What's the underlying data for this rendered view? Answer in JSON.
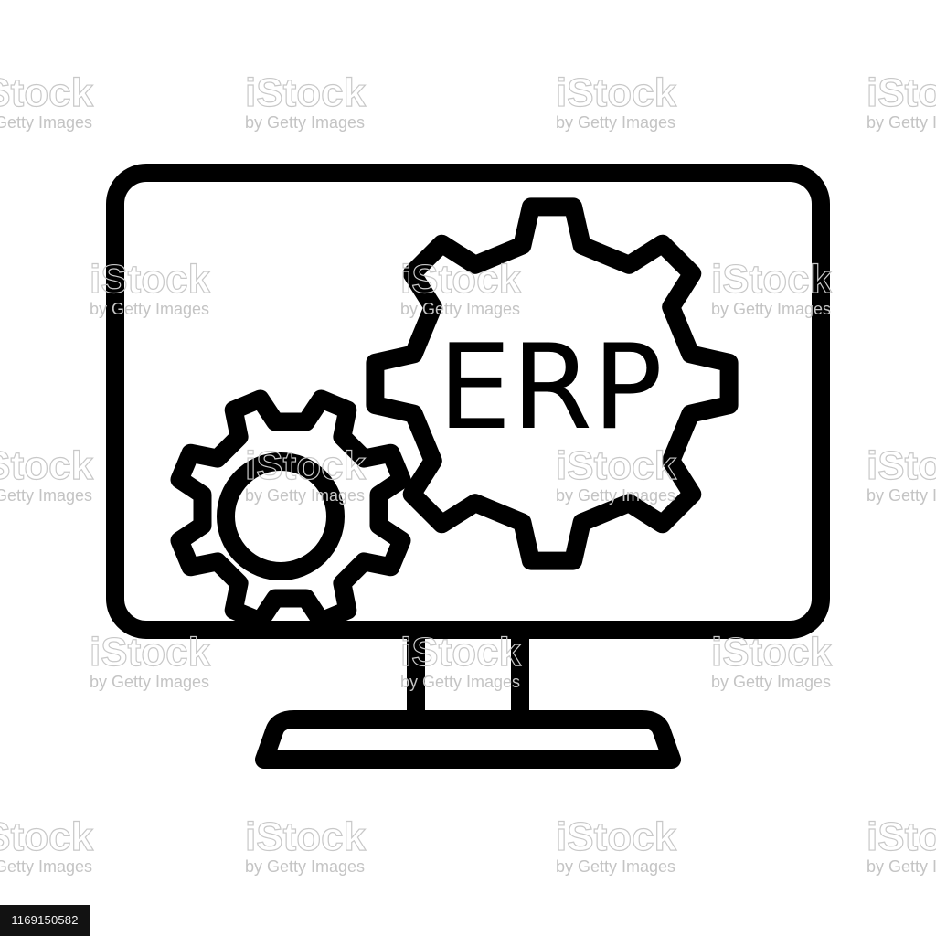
{
  "icon": {
    "name": "erp-computer-monitor-icon",
    "label": "ERP",
    "line_color": "#000000",
    "background_color": "#ffffff"
  },
  "watermark": {
    "brand": "iStock",
    "credit": "by Getty Images",
    "color": "#c8c8c8"
  },
  "image_id": "1169150582"
}
